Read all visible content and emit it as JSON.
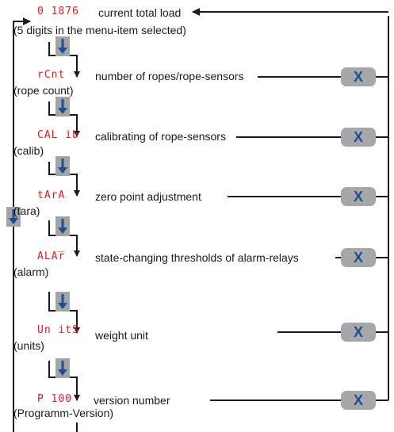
{
  "menu": [
    {
      "code": "0 1876",
      "desc": "current total load",
      "sub": "(5 digits in the menu-item selected)",
      "has_x": false
    },
    {
      "code": "rCnt",
      "desc": "number of ropes/rope-sensors",
      "sub": "(rope count)",
      "has_x": true
    },
    {
      "code": "CAL ib",
      "desc": "calibrating of rope-sensors",
      "sub": "(calib)",
      "has_x": true
    },
    {
      "code": "tArA",
      "desc": "zero point adjustment",
      "sub": "(tara)",
      "has_x": true
    },
    {
      "code": "ALAr̅",
      "desc": "state-changing thresholds of alarm-relays",
      "sub": "(alarm)",
      "has_x": true
    },
    {
      "code": "Un itS",
      "desc": "weight unit",
      "sub": "(units)",
      "has_x": true
    },
    {
      "code": "P 100",
      "desc": "version number",
      "sub": "(Programm-Version)",
      "has_x": true
    }
  ],
  "x_label": "X",
  "colors": {
    "seg": "#e8191b",
    "arrow_blue": "#1b4f91",
    "key_gray": "#a3a4a6",
    "line": "#1a1a1a"
  }
}
